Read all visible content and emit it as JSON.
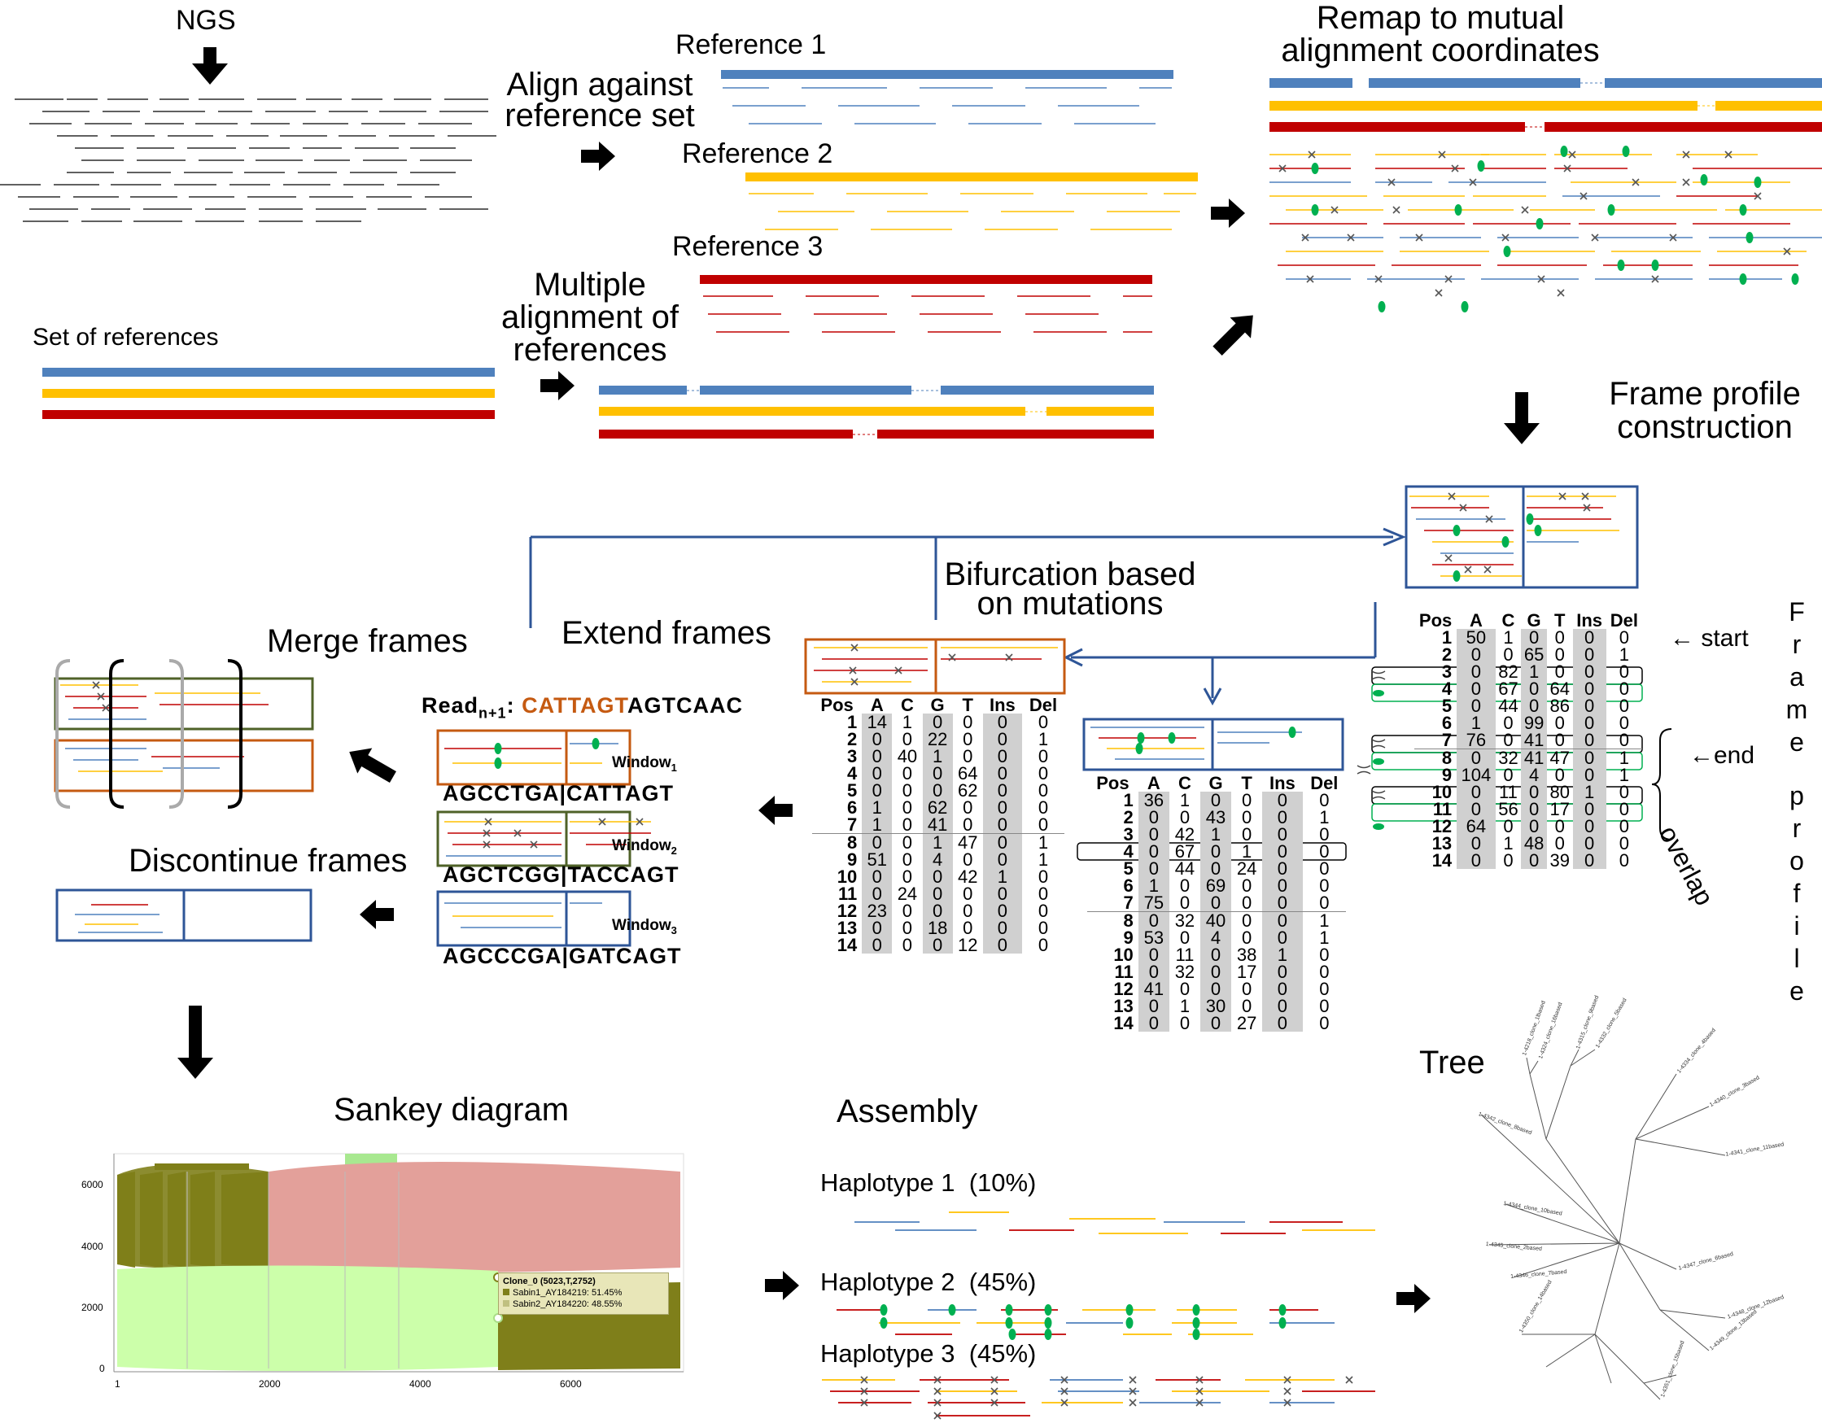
{
  "titles": {
    "ngs": "NGS",
    "align_against": [
      "Align against",
      "reference set"
    ],
    "ref1": "Reference 1",
    "ref2": "Reference 2",
    "ref3": "Reference 3",
    "set_of_refs": "Set of references",
    "multiple_alignment": [
      "Multiple",
      "alignment of",
      "references"
    ],
    "remap": [
      "Remap to mutual",
      "alignment coordinates"
    ],
    "frame_profile_construction": [
      "Frame profile",
      "construction"
    ],
    "bifurcation": [
      "Bifurcation based",
      "on mutations"
    ],
    "extend_frames": "Extend frames",
    "merge_frames": "Merge frames",
    "discontinue_frames": "Discontinue frames",
    "sankey": "Sankey  diagram",
    "assembly": "Assembly",
    "tree": "Tree",
    "frame_profile_vertical": "Frame profile",
    "start": "← start",
    "end": "←end",
    "overlap": "overlap"
  },
  "read": {
    "prefix": "Read",
    "sub": "n+1",
    "colon": ":",
    "colored": "CATTAGT",
    "rest": "AGTCAAC"
  },
  "windows": [
    {
      "name": "Window",
      "sub": "1",
      "seq": "AGCCTGA|CATTAGT"
    },
    {
      "name": "Window",
      "sub": "2",
      "seq": "AGCTCGG|TACCAGT"
    },
    {
      "name": "Window",
      "sub": "3",
      "seq": "AGCCCGA|GATCAGT"
    }
  ],
  "haplotypes": [
    {
      "name": "Haplotype 1",
      "pct": "(10%)"
    },
    {
      "name": "Haplotype 2",
      "pct": "(45%)"
    },
    {
      "name": "Haplotype 3",
      "pct": "(45%)"
    }
  ],
  "sankey": {
    "yticks": [
      "6000",
      "4000",
      "2000",
      "0"
    ],
    "xticks": [
      "1",
      "2000",
      "4000",
      "6000"
    ],
    "tooltip": [
      "Clone_0 (5023,T,2752)",
      "Sabin1_AY184219: 51.45%",
      "Sabin2_AY184220: 48.55%"
    ]
  },
  "tree_leaves": [
    "1-4218_clone_1lbased",
    "1-4324_clone_16based",
    "1-4315_clone_9based",
    "1-4332_clone_5based",
    "1-4334_clone_4based",
    "1-4340_clone_3based",
    "1-4341_clone_11based",
    "1-4342_clone_8based",
    "1-4344_clone_10based",
    "1-4345_clone_2based",
    "1-4346_clone_7based",
    "1-4347_clone_6based",
    "1-4348_clone_12based",
    "1-4349_clone_13based",
    "1-4350_clone_14based",
    "1-4351_clone_15based"
  ],
  "table_headers": [
    "Pos",
    "A",
    "C",
    "G",
    "T",
    "Ins",
    "Del"
  ],
  "profiles": {
    "main": [
      [
        "1",
        "50",
        "1",
        "0",
        "0",
        "0",
        "0"
      ],
      [
        "2",
        "0",
        "0",
        "65",
        "0",
        "0",
        "1"
      ],
      [
        "3",
        "0",
        "82",
        "1",
        "0",
        "0",
        "0"
      ],
      [
        "4",
        "0",
        "67",
        "0",
        "64",
        "0",
        "0"
      ],
      [
        "5",
        "0",
        "44",
        "0",
        "86",
        "0",
        "0"
      ],
      [
        "6",
        "1",
        "0",
        "99",
        "0",
        "0",
        "0"
      ],
      [
        "7",
        "76",
        "0",
        "41",
        "0",
        "0",
        "0"
      ],
      [
        "8",
        "0",
        "32",
        "41",
        "47",
        "0",
        "1"
      ],
      [
        "9",
        "104",
        "0",
        "4",
        "0",
        "0",
        "1"
      ],
      [
        "10",
        "0",
        "11",
        "0",
        "80",
        "1",
        "0"
      ],
      [
        "11",
        "0",
        "56",
        "0",
        "17",
        "0",
        "0"
      ],
      [
        "12",
        "64",
        "0",
        "0",
        "0",
        "0",
        "0"
      ],
      [
        "13",
        "0",
        "1",
        "48",
        "0",
        "0",
        "0"
      ],
      [
        "14",
        "0",
        "0",
        "0",
        "39",
        "0",
        "0"
      ]
    ],
    "left": [
      [
        "1",
        "14",
        "1",
        "0",
        "0",
        "0",
        "0"
      ],
      [
        "2",
        "0",
        "0",
        "22",
        "0",
        "0",
        "1"
      ],
      [
        "3",
        "0",
        "40",
        "1",
        "0",
        "0",
        "0"
      ],
      [
        "4",
        "0",
        "0",
        "0",
        "64",
        "0",
        "0"
      ],
      [
        "5",
        "0",
        "0",
        "0",
        "62",
        "0",
        "0"
      ],
      [
        "6",
        "1",
        "0",
        "62",
        "0",
        "0",
        "0"
      ],
      [
        "7",
        "1",
        "0",
        "41",
        "0",
        "0",
        "0"
      ],
      [
        "8",
        "0",
        "0",
        "1",
        "47",
        "0",
        "1"
      ],
      [
        "9",
        "51",
        "0",
        "4",
        "0",
        "0",
        "1"
      ],
      [
        "10",
        "0",
        "0",
        "0",
        "42",
        "1",
        "0"
      ],
      [
        "11",
        "0",
        "24",
        "0",
        "0",
        "0",
        "0"
      ],
      [
        "12",
        "23",
        "0",
        "0",
        "0",
        "0",
        "0"
      ],
      [
        "13",
        "0",
        "0",
        "18",
        "0",
        "0",
        "0"
      ],
      [
        "14",
        "0",
        "0",
        "0",
        "12",
        "0",
        "0"
      ]
    ],
    "right": [
      [
        "1",
        "36",
        "1",
        "0",
        "0",
        "0",
        "0"
      ],
      [
        "2",
        "0",
        "0",
        "43",
        "0",
        "0",
        "1"
      ],
      [
        "3",
        "0",
        "42",
        "1",
        "0",
        "0",
        "0"
      ],
      [
        "4",
        "0",
        "67",
        "0",
        "1",
        "0",
        "0"
      ],
      [
        "5",
        "0",
        "44",
        "0",
        "24",
        "0",
        "0"
      ],
      [
        "6",
        "1",
        "0",
        "69",
        "0",
        "0",
        "0"
      ],
      [
        "7",
        "75",
        "0",
        "0",
        "0",
        "0",
        "0"
      ],
      [
        "8",
        "0",
        "32",
        "40",
        "0",
        "0",
        "1"
      ],
      [
        "9",
        "53",
        "0",
        "4",
        "0",
        "0",
        "1"
      ],
      [
        "10",
        "0",
        "11",
        "0",
        "38",
        "1",
        "0"
      ],
      [
        "11",
        "0",
        "32",
        "0",
        "17",
        "0",
        "0"
      ],
      [
        "12",
        "41",
        "0",
        "0",
        "0",
        "0",
        "0"
      ],
      [
        "13",
        "0",
        "1",
        "30",
        "0",
        "0",
        "0"
      ],
      [
        "14",
        "0",
        "0",
        "0",
        "27",
        "0",
        "0"
      ]
    ]
  },
  "colors": {
    "blue": "#4f81bd",
    "yellow": "#ffc000",
    "red": "#c00000",
    "green": "#00b050",
    "brown": "#c55a11",
    "olive": "#7f7f1a",
    "pink": "#e3a09a",
    "lightgreen": "#ccffaa",
    "navy": "#2e5597"
  }
}
